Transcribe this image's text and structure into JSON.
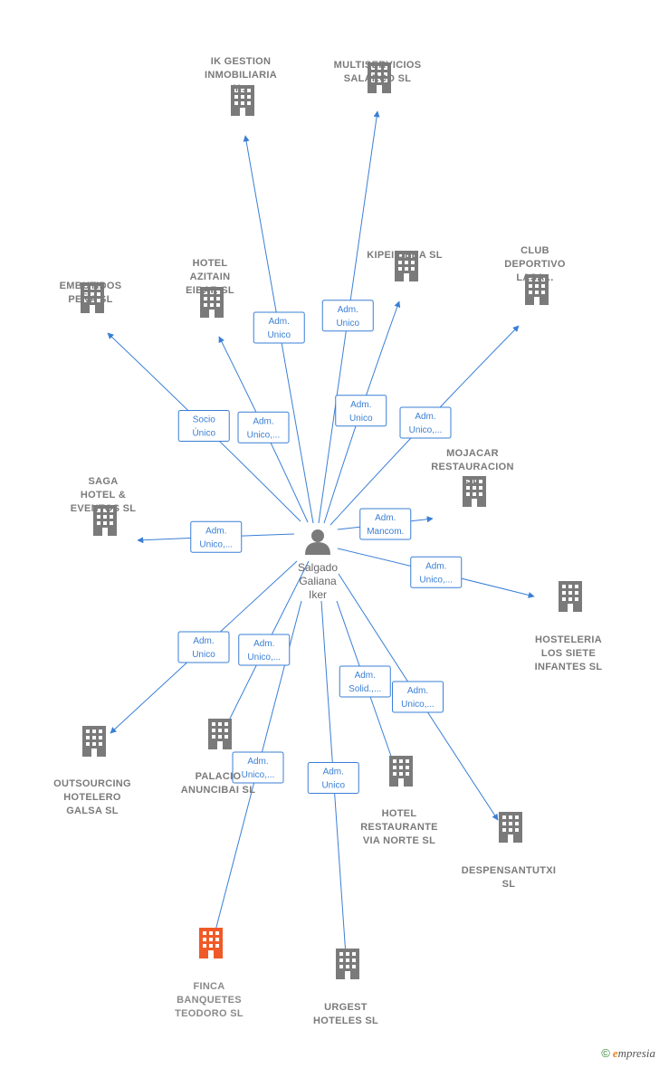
{
  "center": {
    "lines": [
      "Salgado",
      "Galiana",
      "Iker"
    ]
  },
  "accent_color": "#3a7fd5",
  "building_color": "#7a7a7a",
  "highlight_color": "#f05a28",
  "nodes": [
    {
      "id": "ik-gestion",
      "lines": [
        "IK GESTION",
        "INMOBILIARIA",
        "Y..."
      ],
      "rel": [
        "Adm.",
        "Unico"
      ]
    },
    {
      "id": "multiservicios",
      "lines": [
        "MULTISERVICIOS",
        "SALARCO  SL"
      ],
      "rel": [
        "Adm.",
        "Unico"
      ]
    },
    {
      "id": "embutidos",
      "lines": [
        "EMBUTIDOS",
        "PEÑA SL"
      ],
      "rel": [
        "Socio",
        "Único"
      ]
    },
    {
      "id": "hotel-azitain",
      "lines": [
        "HOTEL",
        "AZITAIN",
        "EIBAR  SL"
      ],
      "rel": [
        "Adm.",
        "Unico,..."
      ]
    },
    {
      "id": "kipei",
      "lines": [
        "KIPEI DEBA  SL"
      ],
      "rel": [
        "Adm.",
        "Unico"
      ]
    },
    {
      "id": "club-deportivo",
      "lines": [
        "CLUB",
        "DEPORTIVO",
        "LASA..."
      ],
      "rel": [
        "Adm.",
        "Unico,..."
      ]
    },
    {
      "id": "saga",
      "lines": [
        "SAGA",
        "HOTEL &",
        "EVENTOS  SL"
      ],
      "rel": [
        "Adm.",
        "Unico,..."
      ]
    },
    {
      "id": "mojacar",
      "lines": [
        "MOJACAR",
        "RESTAURACION",
        "SL"
      ],
      "rel": [
        "Adm.",
        "Mancom."
      ]
    },
    {
      "id": "hosteleria",
      "lines": [
        "HOSTELERIA",
        "LOS SIETE",
        "INFANTES  SL"
      ],
      "rel": [
        "Adm.",
        "Unico,..."
      ]
    },
    {
      "id": "outsourcing",
      "lines": [
        "OUTSOURCING",
        "HOTELERO",
        "GALSA  SL"
      ],
      "rel": [
        "Adm.",
        "Unico"
      ]
    },
    {
      "id": "palacio",
      "lines": [
        "PALACIO",
        "ANUNCIBAI SL"
      ],
      "rel": [
        "Adm.",
        "Unico,..."
      ]
    },
    {
      "id": "hotel-via-norte",
      "lines": [
        "HOTEL",
        "RESTAURANTE",
        "VIA NORTE  SL"
      ],
      "rel": [
        "Adm.",
        "Solid.,..."
      ]
    },
    {
      "id": "despensantutxi",
      "lines": [
        "DESPENSANTUTXI",
        "SL"
      ],
      "rel": [
        "Adm.",
        "Unico,..."
      ]
    },
    {
      "id": "finca",
      "lines": [
        "FINCA",
        "BANQUETES",
        "TEODORO  SL"
      ],
      "rel": [
        "Adm.",
        "Unico,..."
      ]
    },
    {
      "id": "urgest",
      "lines": [
        "URGEST",
        "HOTELES  SL"
      ],
      "rel": [
        "Adm.",
        "Unico"
      ]
    }
  ],
  "brand": {
    "copyright": "©",
    "initial": "e",
    "name": "mpresia"
  }
}
